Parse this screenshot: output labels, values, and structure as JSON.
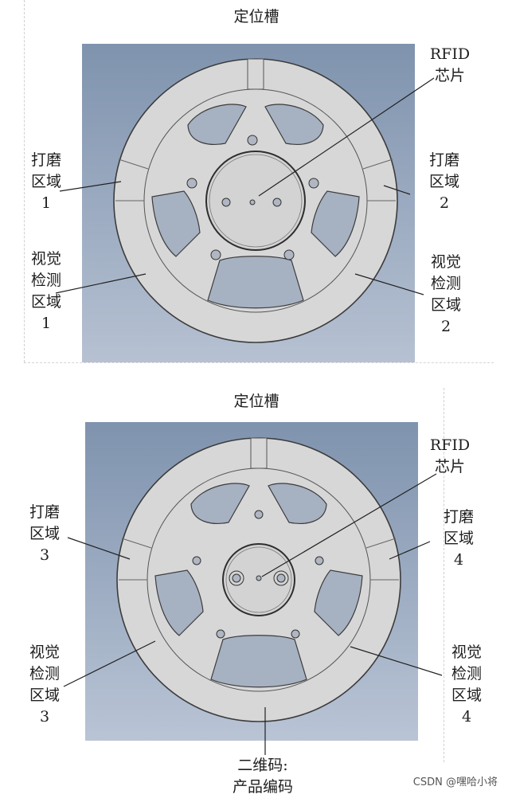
{
  "panel_top": {
    "slot_label": "定位槽",
    "rfid_label": "RFID\n芯片",
    "grind_left": "打磨\n区域\n1",
    "grind_right": "打磨\n区域\n2",
    "vision_left": "视觉\n检测\n区域\n1",
    "vision_right": "视觉\n检测\n区域\n2"
  },
  "panel_bottom": {
    "slot_label": "定位槽",
    "rfid_label": "RFID\n芯片",
    "grind_left": "打磨\n区域\n3",
    "grind_right": "打磨\n区域\n4",
    "vision_left": "视觉\n检测\n区域\n3",
    "vision_right": "视觉\n检测\n区域\n4",
    "qr_label": "二维码:\n产品编码"
  },
  "watermark": "CSDN @嘿哈小将",
  "colors": {
    "background_top": "#7e93ad",
    "background_bottom": "#b9c3d4",
    "wheel_face": "#d6d6d6",
    "wheel_outline": "#4a4a4a"
  }
}
